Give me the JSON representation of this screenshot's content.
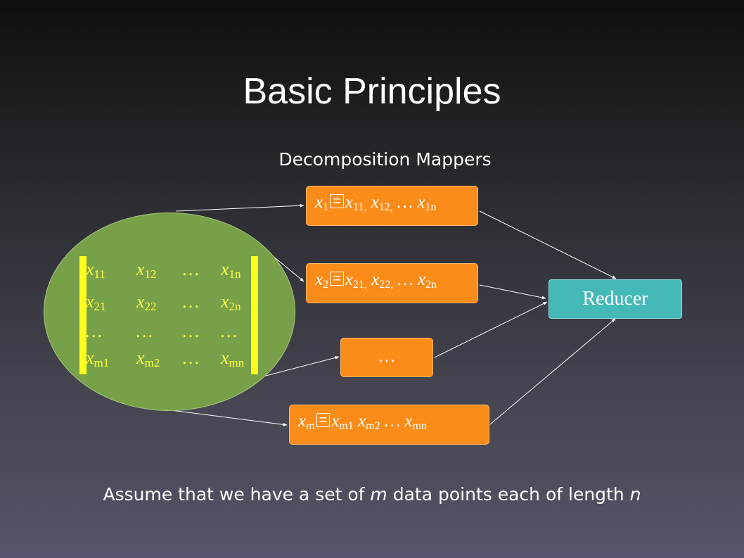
{
  "title": "Basic Principles",
  "subtitle": "Decomposition Mappers",
  "footer": {
    "prefix": "Assume that we have a set of ",
    "m": "m",
    "middle": " data points each of length ",
    "n": "n"
  },
  "matrix": {
    "rows": [
      [
        {
          "base": "x",
          "sub": "11"
        },
        {
          "base": "x",
          "sub": "12"
        },
        {
          "base": "…",
          "sub": ""
        },
        {
          "base": "x",
          "sub": "1n"
        }
      ],
      [
        {
          "base": "x",
          "sub": "21"
        },
        {
          "base": "x",
          "sub": "22"
        },
        {
          "base": "…",
          "sub": ""
        },
        {
          "base": "x",
          "sub": "2n"
        }
      ],
      [
        {
          "base": "…",
          "sub": ""
        },
        {
          "base": "…",
          "sub": ""
        },
        {
          "base": "…",
          "sub": ""
        },
        {
          "base": "…",
          "sub": ""
        }
      ],
      [
        {
          "base": "x",
          "sub": "m1"
        },
        {
          "base": "x",
          "sub": "m2"
        },
        {
          "base": "…",
          "sub": ""
        },
        {
          "base": "x",
          "sub": "mn"
        }
      ]
    ]
  },
  "mappers": [
    {
      "lhs_base": "x",
      "lhs_sub": "1",
      "eq": "=",
      "terms": [
        {
          "b": "x",
          "s": "11,"
        },
        {
          "b": "x",
          "s": "12,"
        },
        {
          "b": "…",
          "s": ""
        },
        {
          "b": "x",
          "s": "1n"
        }
      ]
    },
    {
      "lhs_base": "x",
      "lhs_sub": "2",
      "eq": "=",
      "terms": [
        {
          "b": "x",
          "s": "21,"
        },
        {
          "b": "x",
          "s": "22,"
        },
        {
          "b": "…",
          "s": ""
        },
        {
          "b": "x",
          "s": "2n"
        }
      ]
    },
    {
      "dots": "…"
    },
    {
      "lhs_base": "x",
      "lhs_sub": "m",
      "eq": "=",
      "terms": [
        {
          "b": "x",
          "s": "m1"
        },
        {
          "b": "x",
          "s": "m2"
        },
        {
          "b": "…",
          "s": ""
        },
        {
          "b": "x",
          "s": "mn"
        }
      ]
    }
  ],
  "reducer": {
    "label": "Reducer"
  },
  "colors": {
    "ellipse": "#78a048",
    "matrix_text": "#ffff44",
    "mapper_fill": "#fb8c1a",
    "reducer_fill": "#45b8b8",
    "arrow": "#ffffff"
  }
}
